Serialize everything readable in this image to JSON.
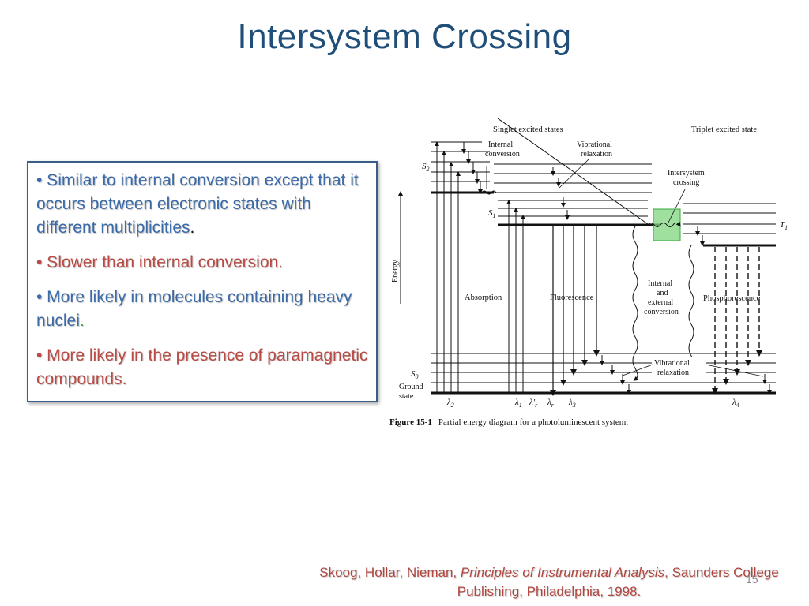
{
  "title": "Intersystem Crossing",
  "bullets": [
    {
      "text": "•  Similar to internal conversion except that it occurs between electronic states with different multiplicities",
      "end": "."
    },
    {
      "text": "•  Slower than internal conversion.",
      "end": ""
    },
    {
      "text": "•  More likely in molecules containing heavy nuclei",
      "end": "."
    },
    {
      "text": "•  More likely in the presence of paramagnetic compounds.",
      "end": ""
    }
  ],
  "colors": {
    "title": "#1f4e79",
    "blue_text": "#3a6aa8",
    "red_text": "#b84b45",
    "box_border": "#3b5f8a",
    "isc_highlight": "#7fd67f"
  },
  "figure": {
    "singlet_header": "Singlet excited states",
    "triplet_header": "Triplet excited state",
    "internal_conversion": [
      "Internal",
      "conversion"
    ],
    "vibrational_relaxation_top": [
      "Vibrational",
      "relaxation"
    ],
    "intersystem_crossing": [
      "Intersystem",
      "crossing"
    ],
    "s2": "S",
    "s2_sub": "2",
    "s1": "S",
    "s1_sub": "1",
    "s0": "S",
    "s0_sub": "0",
    "t1": "T",
    "t1_sub": "1",
    "energy": "Energy",
    "absorption": "Absorption",
    "fluorescence": "Fluorescence",
    "internal_external": [
      "Internal",
      "and",
      "external",
      "conversion"
    ],
    "phosphorescence": "Phosphorescence",
    "vibrational_relaxation_bottom": [
      "Vibrational",
      "relaxation"
    ],
    "ground_state": [
      "Ground",
      "state"
    ],
    "lambda2": "λ",
    "lambda2_sub": "2",
    "lambda1": "λ",
    "lambda1_sub": "1",
    "lambda_r_prime": "λ′",
    "lambda_r_prime_sub": "r",
    "lambda_r": "λ",
    "lambda_r_sub": "r",
    "lambda3": "λ",
    "lambda3_sub": "3",
    "lambda4": "λ",
    "lambda4_sub": "4",
    "caption_label": "Figure 15-1",
    "caption_text": "Partial energy diagram for a photoluminescent system."
  },
  "citation": {
    "authors": "Skoog, Hollar, Nieman, ",
    "book": "Principles of Instrumental Analysis",
    "publisher_line1": ", Saunders College",
    "publisher_line2": "Publishing, Philadelphia, 1998",
    "end": "."
  },
  "slide_number": "15"
}
